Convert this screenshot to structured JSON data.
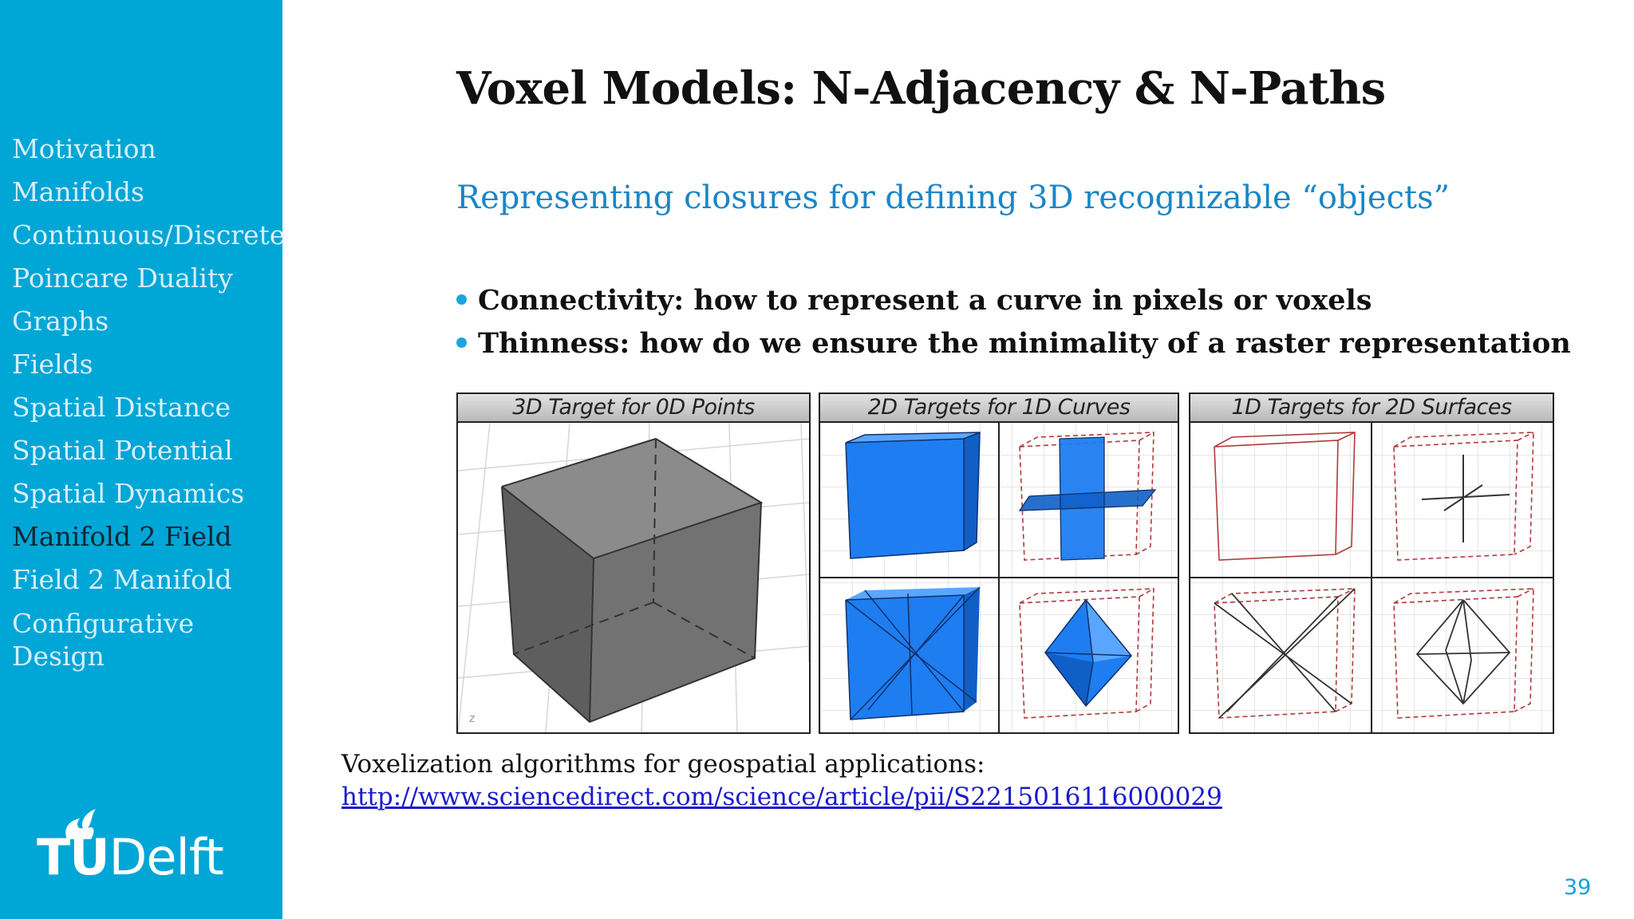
{
  "sidebar": {
    "nav_items": [
      {
        "label": "Motivation"
      },
      {
        "label": "Manifolds"
      },
      {
        "label": "Continuous/Discrete"
      },
      {
        "label": "Poincare Duality"
      },
      {
        "label": "Graphs"
      },
      {
        "label": "Fields"
      },
      {
        "label": "Spatial Distance"
      },
      {
        "label": "Spatial Potential"
      },
      {
        "label": "Spatial Dynamics"
      },
      {
        "label": "Manifold 2 Field",
        "active": true
      },
      {
        "label": "Field 2 Manifold"
      },
      {
        "label": "Configurative Design"
      }
    ],
    "logo": {
      "bold": "TU",
      "rest": "Delft"
    }
  },
  "slide": {
    "title": "Voxel Models: N-Adjacency & N-Paths",
    "subtitle": "Representing closures for defining 3D recognizable “objects”",
    "bullets": [
      "Connectivity: how to represent a curve in pixels or voxels",
      "Thinness: how do we ensure the minimality of a raster representation"
    ],
    "figure": {
      "panels": [
        {
          "caption": "3D Target for 0D Points"
        },
        {
          "caption": "2D Targets for  1D Curves"
        },
        {
          "caption": "1D Targets for 2D Surfaces"
        }
      ]
    },
    "reference": {
      "text": "Voxelization algorithms for geospatial applications:",
      "link": "http://www.sciencedirect.com/science/article/pii/S2215016116000029"
    },
    "page_number": "39"
  },
  "colors": {
    "sidebar": "#00a6d6",
    "accent_blue": "#1a86c7",
    "voxel_blue": "#1e7df0",
    "voxel_gray": "#707070",
    "guide_red": "#b03a3a"
  }
}
